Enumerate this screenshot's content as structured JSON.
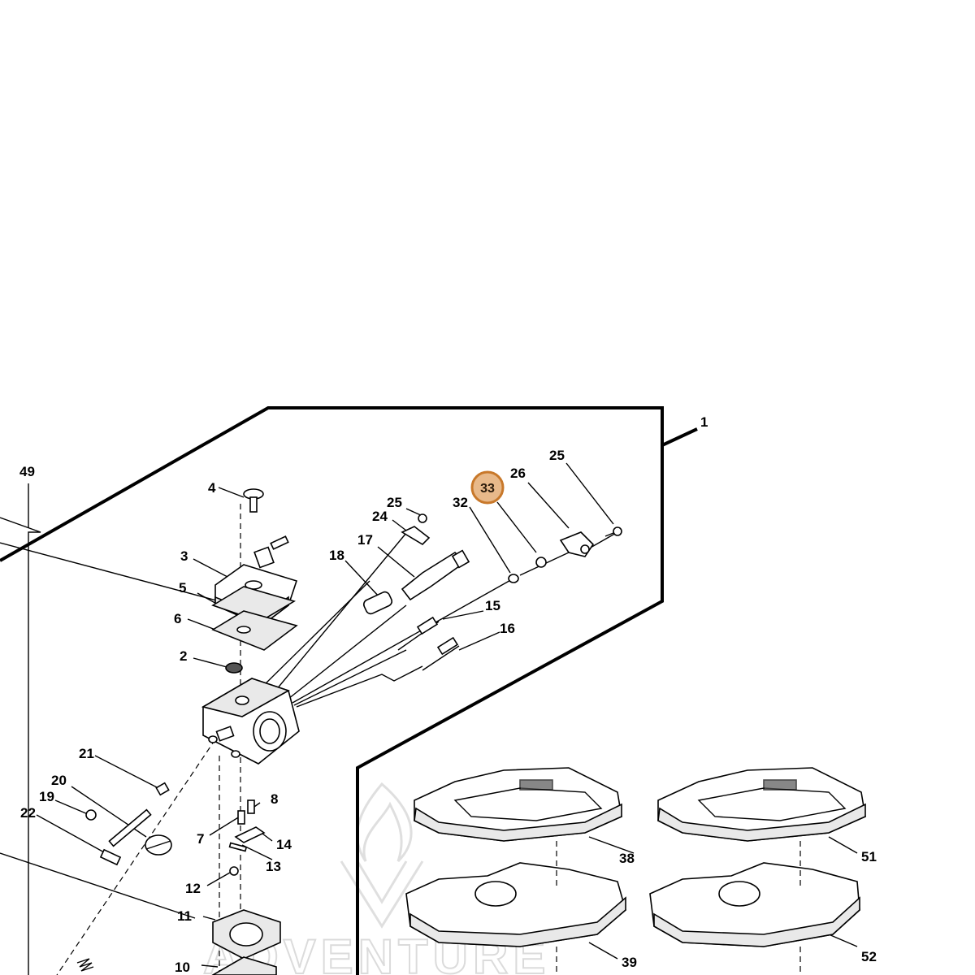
{
  "callouts": {
    "c1": "1",
    "c2": "2",
    "c3": "3",
    "c4": "4",
    "c5": "5",
    "c6": "6",
    "c7": "7",
    "c8": "8",
    "c10": "10",
    "c11": "11",
    "c12": "12",
    "c13": "13",
    "c14": "14",
    "c15": "15",
    "c16": "16",
    "c17": "17",
    "c18": "18",
    "c19": "19",
    "c20": "20",
    "c21": "21",
    "c22": "22",
    "c24": "24",
    "c25a": "25",
    "c25b": "25",
    "c26": "26",
    "c32": "32",
    "c33": "33",
    "c38": "38",
    "c39": "39",
    "c49": "49",
    "c51": "51",
    "c52": "52"
  },
  "highlight": {
    "label": "33",
    "fill": "#e8b98a",
    "stroke": "#c8782a"
  },
  "watermark": {
    "text": "ADVENTURE"
  }
}
